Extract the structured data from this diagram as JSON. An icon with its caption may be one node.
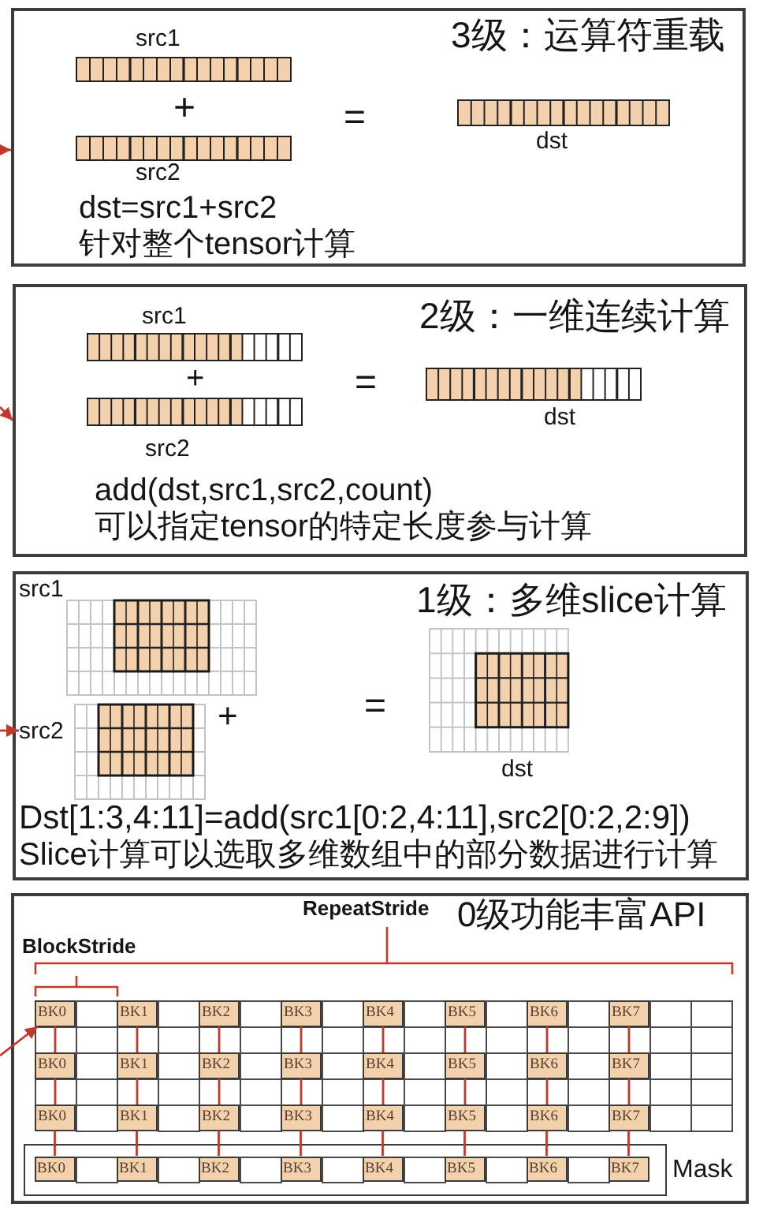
{
  "diagram": {
    "nodes": [
      {
        "text": [
          "src1",
          "3级：运算符重载",
          "+",
          "=",
          "dst",
          "src2",
          "dst=src1+src2",
          "针对整个tensor计算"
        ]
      },
      {
        "text": [
          "src1",
          "2级：一维连续计算",
          "+",
          "=",
          "dst",
          "src2",
          "add(dst,src1,src2,count)",
          "可以指定tensor的特定长度参与计算"
        ]
      },
      {
        "text": [
          "src1",
          "1级：多维slice计算",
          "+",
          "=",
          "dst",
          "Dst[1:3,4:11]=add(src1[0:2,4:11],src2[0:2,2:9])",
          "Slice计算可以选取多维数组中的部分数据进行计算"
        ]
      },
      {
        "text": [
          "src2"
        ],
        "in": 2
      },
      {
        "text": [
          "RepeatStride",
          "0级功能丰富API",
          "BlockStride"
        ]
      },
      {
        "text": [
          "BK0"
        ],
        "in": 4
      },
      {
        "text": [
          "BK1"
        ],
        "in": 4
      },
      {
        "text": [
          "BK2"
        ],
        "in": 4
      },
      {
        "text": [
          "BK3"
        ],
        "in": 4
      },
      {
        "text": [
          "BK4"
        ],
        "in": 4
      },
      {
        "text": [
          "BK5"
        ],
        "in": 4
      },
      {
        "text": [
          "BK6"
        ],
        "in": 4
      },
      {
        "text": [
          "BK7"
        ],
        "in": 4
      },
      {
        "text": [
          "BK0"
        ],
        "in": 4
      },
      {
        "text": [
          "BK1"
        ],
        "in": 4
      },
      {
        "text": [
          "BK2"
        ],
        "in": 4
      },
      {
        "text": [
          "BK3"
        ],
        "in": 4
      },
      {
        "text": [
          "BK4"
        ],
        "in": 4
      },
      {
        "text": [
          "BK5"
        ],
        "in": 4
      },
      {
        "text": [
          "BK6"
        ],
        "in": 4
      },
      {
        "text": [
          "BK7"
        ],
        "in": 4
      },
      {
        "text": [
          "BK0"
        ],
        "in": 4
      },
      {
        "text": [
          "BK1"
        ],
        "in": 4
      },
      {
        "text": [
          "BK2"
        ],
        "in": 4
      },
      {
        "text": [
          "BK3"
        ],
        "in": 4
      },
      {
        "text": [
          "BK4"
        ],
        "in": 4
      },
      {
        "text": [
          "BK5"
        ],
        "in": 4
      },
      {
        "text": [
          "BK6"
        ],
        "in": 4
      },
      {
        "text": [
          "BK7"
        ],
        "in": 4
      },
      {
        "text": [
          "Mask"
        ],
        "in": 4
      },
      {
        "text": [
          "BK0"
        ],
        "in": 29
      },
      {
        "text": [
          "BK1"
        ],
        "in": 29
      },
      {
        "text": [
          "BK2"
        ],
        "in": 29
      },
      {
        "text": [
          "BK3"
        ],
        "in": 29
      },
      {
        "text": [
          "BK4"
        ],
        "in": 29
      },
      {
        "text": [
          "BK5"
        ],
        "in": 29
      },
      {
        "text": [
          "BK6"
        ],
        "in": 29
      },
      {
        "text": [
          "BK7"
        ],
        "in": 29
      }
    ],
    "edges": [
      {
        "from": null,
        "to": 0,
        "arrow": "to"
      },
      {
        "from": null,
        "to": 1,
        "arrow": "to"
      },
      {
        "from": null,
        "to": 3,
        "arrow": "to"
      },
      {
        "from": null,
        "to": 5,
        "arrow": "to"
      },
      {
        "from": 5,
        "to": 13,
        "arrow": "none"
      },
      {
        "from": 13,
        "to": 21,
        "arrow": "none"
      },
      {
        "from": 21,
        "to": 30,
        "arrow": "none"
      },
      {
        "from": 6,
        "to": 14,
        "arrow": "none"
      },
      {
        "from": 14,
        "to": 22,
        "arrow": "none"
      },
      {
        "from": 22,
        "to": 31,
        "arrow": "none"
      },
      {
        "from": 7,
        "to": 15,
        "arrow": "none"
      },
      {
        "from": 15,
        "to": 23,
        "arrow": "none"
      },
      {
        "from": 23,
        "to": 32,
        "arrow": "none"
      },
      {
        "from": 8,
        "to": 16,
        "arrow": "none"
      },
      {
        "from": 16,
        "to": 24,
        "arrow": "none"
      },
      {
        "from": 24,
        "to": 33,
        "arrow": "none"
      },
      {
        "from": 9,
        "to": 17,
        "arrow": "none"
      },
      {
        "from": 17,
        "to": 25,
        "arrow": "none"
      },
      {
        "from": 25,
        "to": 34,
        "arrow": "none"
      },
      {
        "from": 10,
        "to": 18,
        "arrow": "none"
      },
      {
        "from": 18,
        "to": 26,
        "arrow": "none"
      },
      {
        "from": 26,
        "to": 35,
        "arrow": "none"
      },
      {
        "from": 11,
        "to": 19,
        "arrow": "none"
      },
      {
        "from": 19,
        "to": 27,
        "arrow": "none"
      },
      {
        "from": 27,
        "to": 36,
        "arrow": "none"
      },
      {
        "from": 12,
        "to": 20,
        "arrow": "none"
      },
      {
        "from": 20,
        "to": 28,
        "arrow": "none"
      },
      {
        "from": 28,
        "to": 37,
        "arrow": "none"
      }
    ]
  }
}
